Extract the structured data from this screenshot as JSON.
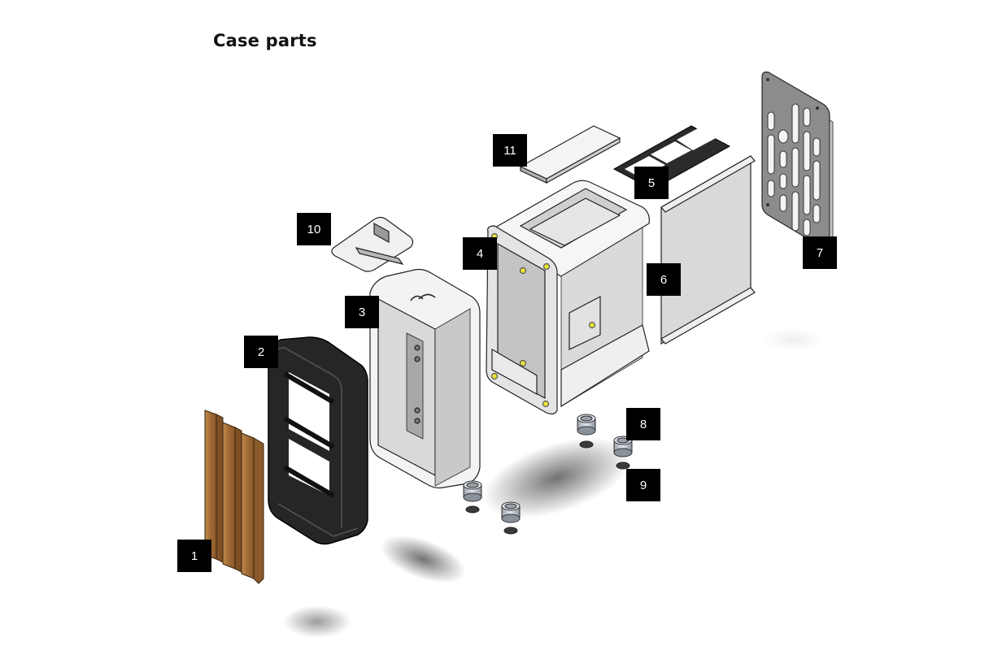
{
  "title": "Case parts",
  "colors": {
    "label_bg": "#000000",
    "label_text": "#ffffff",
    "wood": "#a8773f",
    "black_part": "#2a2a2a",
    "white_part": "#f2f2f2",
    "gray_panel": "#d8d8d8",
    "plate": "#8c8c8c",
    "screw_hole": "#e8e43a"
  },
  "parts": [
    {
      "number": "1",
      "name": "wood-slats"
    },
    {
      "number": "2",
      "name": "black-outer-shell"
    },
    {
      "number": "3",
      "name": "white-inner-shell"
    },
    {
      "number": "4",
      "name": "main-frame"
    },
    {
      "number": "5",
      "name": "top-grille"
    },
    {
      "number": "6",
      "name": "back-panel"
    },
    {
      "number": "7",
      "name": "perforated-plate"
    },
    {
      "number": "8",
      "name": "feet-bushings"
    },
    {
      "number": "9",
      "name": "rubber-pads"
    },
    {
      "number": "10",
      "name": "clip-bracket"
    },
    {
      "number": "11",
      "name": "top-cover"
    }
  ]
}
